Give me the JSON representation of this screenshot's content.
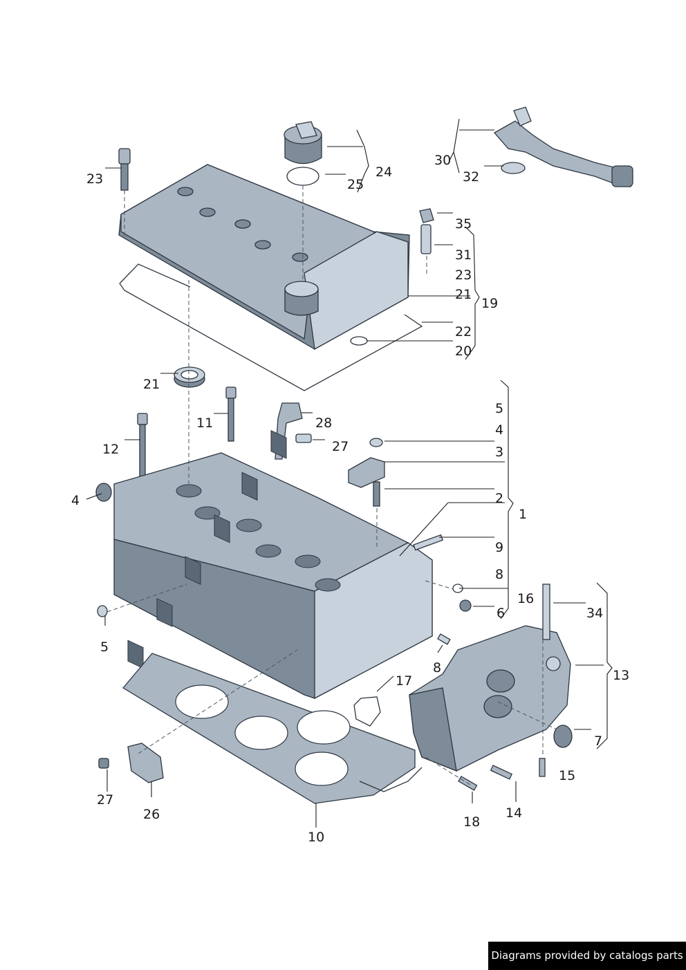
{
  "credit": "Diagrams provided by catalogs parts",
  "callouts": {
    "c1": "1",
    "c2": "2",
    "c3": "3",
    "c4a": "4",
    "c4b": "4",
    "c5a": "5",
    "c5b": "5",
    "c6": "6",
    "c7": "7",
    "c8a": "8",
    "c8b": "8",
    "c9": "9",
    "c10": "10",
    "c11": "11",
    "c12": "12",
    "c13": "13",
    "c14": "14",
    "c15": "15",
    "c16": "16",
    "c17": "17",
    "c18": "18",
    "c19": "19",
    "c20": "20",
    "c21a": "21",
    "c21b": "21",
    "c22": "22",
    "c23a": "23",
    "c23b": "23",
    "c24": "24",
    "c25": "25",
    "c26": "26",
    "c27a": "27",
    "c27b": "27",
    "c28": "28",
    "c30": "30",
    "c31": "31",
    "c32": "32",
    "c34": "34",
    "c35": "35"
  }
}
